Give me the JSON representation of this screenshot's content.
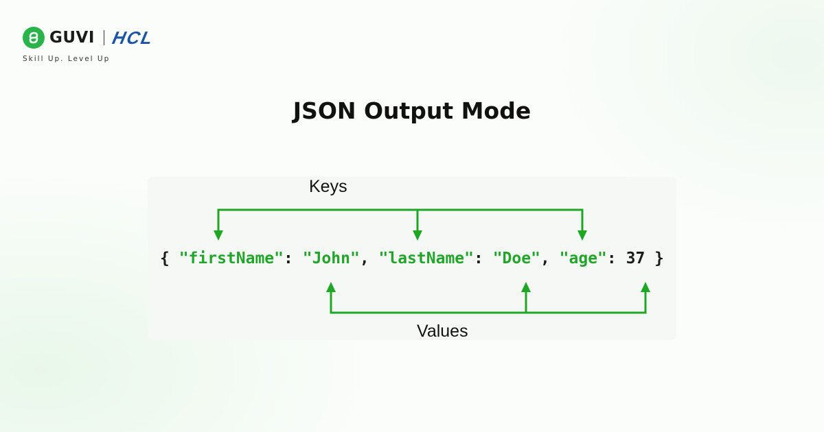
{
  "brand": {
    "name": "GUVI",
    "partner": "HCL",
    "tagline": "Skill Up. Level Up",
    "accent_color": "#2ab34a",
    "partner_color": "#1c55a5"
  },
  "title": "JSON Output Mode",
  "diagram": {
    "keys_label": "Keys",
    "values_label": "Values",
    "arrow_color": "#1ea624",
    "json": {
      "open_brace": "{",
      "close_brace": "}",
      "pairs": [
        {
          "key": "\"firstName\"",
          "value": "\"John\""
        },
        {
          "key": "\"lastName\"",
          "value": "\"Doe\""
        },
        {
          "key": "\"age\"",
          "value": "37"
        }
      ]
    }
  }
}
